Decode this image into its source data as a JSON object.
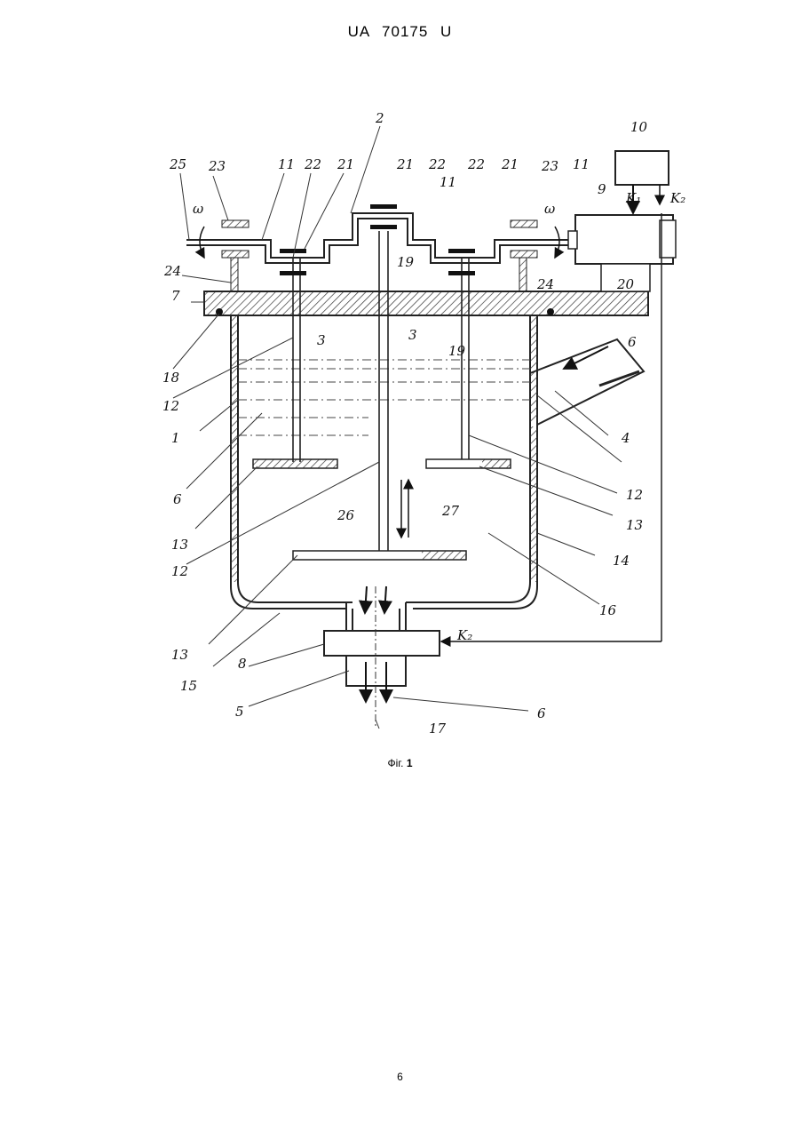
{
  "header": {
    "text": "UA 70175 U"
  },
  "figure": {
    "labels": {
      "l1": "1",
      "l2": "2",
      "l3a": "3",
      "l3b": "3",
      "l4": "4",
      "l5": "5",
      "l6a": "6",
      "l6b": "6",
      "l6c": "6",
      "l7": "7",
      "l8": "8",
      "l9": "9",
      "l10": "10",
      "l11a": "11",
      "l11b": "11",
      "l11c": "11",
      "l12a": "12",
      "l12b": "12",
      "l12c": "12",
      "l13a": "13",
      "l13b": "13",
      "l13c": "13",
      "l14": "14",
      "l15": "15",
      "l16": "16",
      "l17": "17",
      "l18": "18",
      "l19a": "19",
      "l19b": "19",
      "l20": "20",
      "l21a": "21",
      "l21b": "21",
      "l21c": "21",
      "l22a": "22",
      "l22b": "22",
      "l22c": "22",
      "l23a": "23",
      "l23b": "23",
      "l24a": "24",
      "l24b": "24",
      "l25": "25",
      "l26": "26",
      "l27": "27",
      "omega1": "ω",
      "omega2": "ω",
      "k1": "K₁",
      "k2a": "K₂",
      "k2b": "K₂"
    }
  },
  "caption": {
    "prefix": "Фіг.",
    "number": "1"
  },
  "page_number": "6"
}
